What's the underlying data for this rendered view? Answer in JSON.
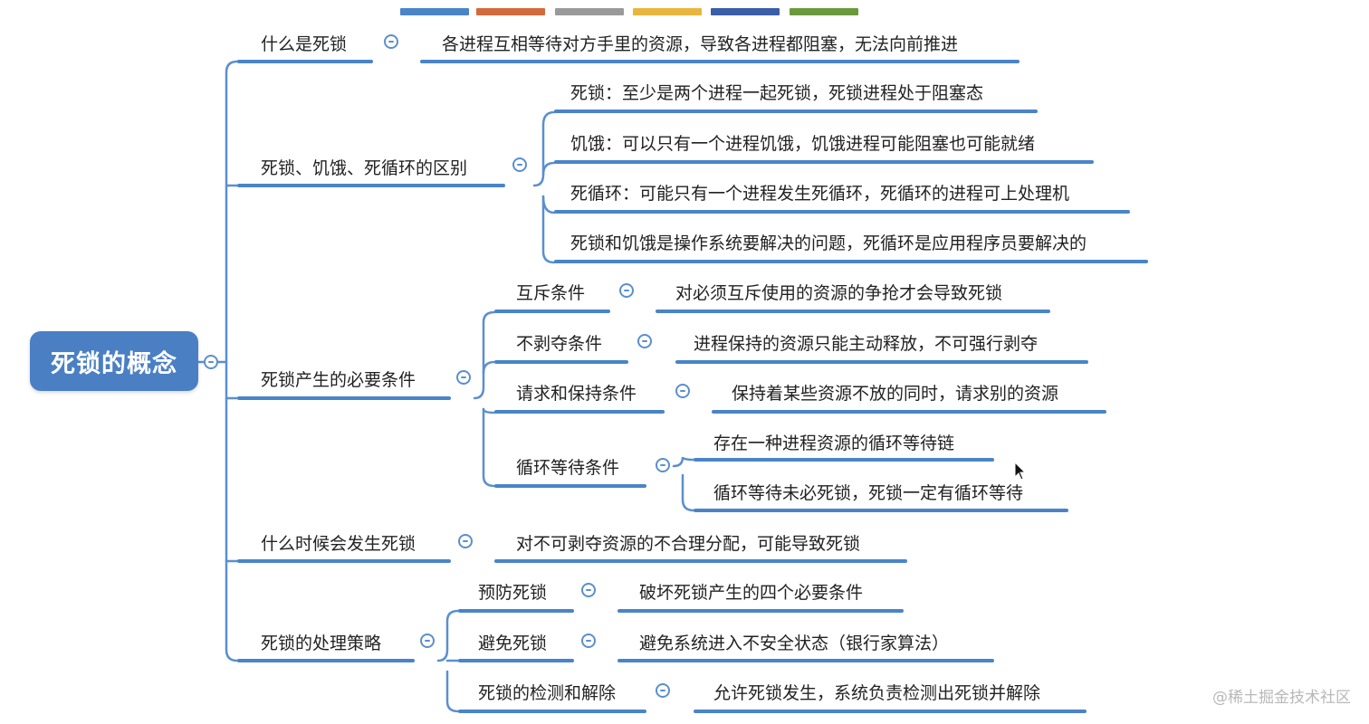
{
  "swatch_colors": [
    "#4a84c8",
    "#d26a3a",
    "#9a9a9a",
    "#e9b53c",
    "#3a5ea8",
    "#6a9a3c"
  ],
  "root": {
    "label": "死锁的概念"
  },
  "branches": {
    "definition": {
      "label": "什么是死锁",
      "detail": "各进程互相等待对方手里的资源，导致各进程都阻塞，无法向前推进"
    },
    "difference": {
      "label": "死锁、饥饿、死循环的区别",
      "items": [
        "死锁：至少是两个进程一起死锁，死锁进程处于阻塞态",
        "饥饿：可以只有一个进程饥饿，饥饿进程可能阻塞也可能就绪",
        "死循环：可能只有一个进程发生死循环，死循环的进程可上处理机",
        "死锁和饥饿是操作系统要解决的问题，死循环是应用程序员要解决的"
      ]
    },
    "conditions": {
      "label": "死锁产生的必要条件",
      "items": [
        {
          "label": "互斥条件",
          "detail": "对必须互斥使用的资源的争抢才会导致死锁"
        },
        {
          "label": "不剥夺条件",
          "detail": "进程保持的资源只能主动释放，不可强行剥夺"
        },
        {
          "label": "请求和保持条件",
          "detail": "保持着某些资源不放的同时，请求别的资源"
        },
        {
          "label": "循环等待条件",
          "details": [
            "存在一种进程资源的循环等待链",
            "循环等待未必死锁，死锁一定有循环等待"
          ]
        }
      ]
    },
    "when": {
      "label": "什么时候会发生死锁",
      "detail": "对不可剥夺资源的不合理分配，可能导致死锁"
    },
    "strategies": {
      "label": "死锁的处理策略",
      "items": [
        {
          "label": "预防死锁",
          "detail": "破坏死锁产生的四个必要条件"
        },
        {
          "label": "避免死锁",
          "detail": "避免系统进入不安全状态（银行家算法）"
        },
        {
          "label": "死锁的检测和解除",
          "detail": "允许死锁发生，系统负责检测出死锁并解除"
        }
      ]
    }
  },
  "watermark": "@稀土掘金技术社区"
}
